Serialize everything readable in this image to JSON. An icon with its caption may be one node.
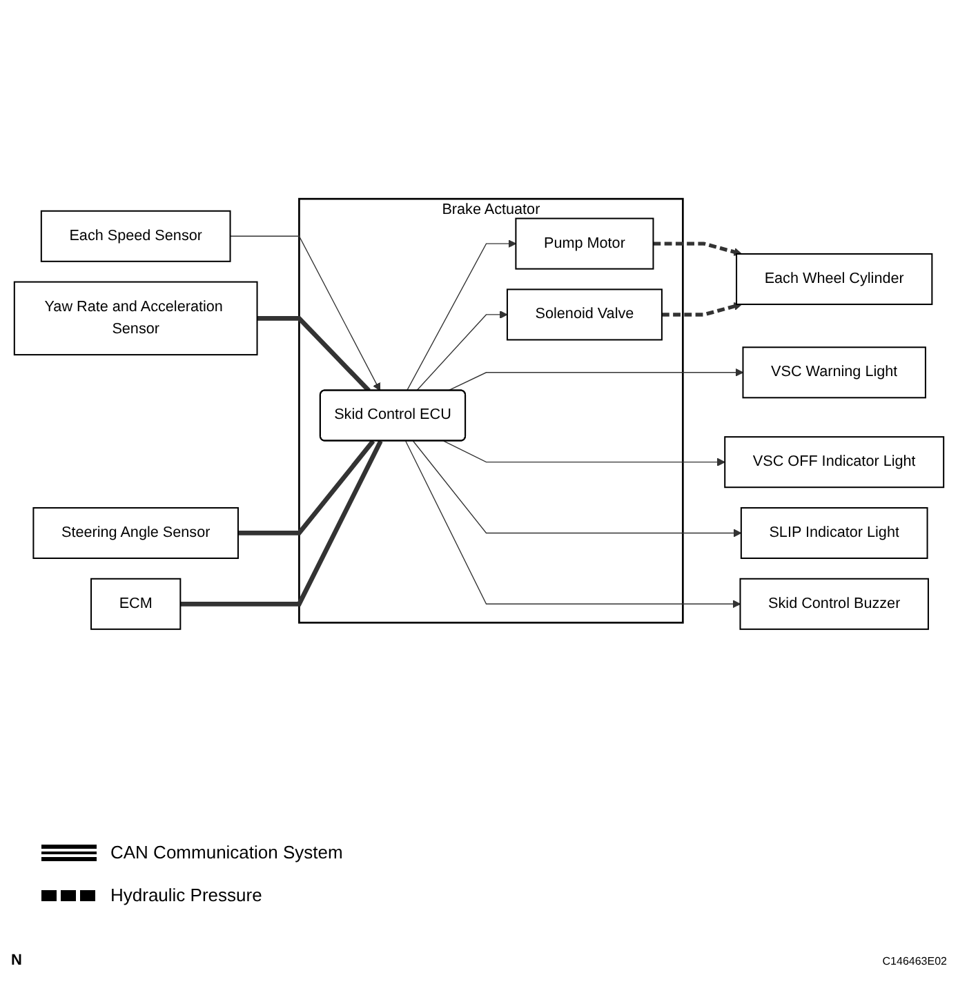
{
  "diagram": {
    "nodes": [
      {
        "text": [
          "Brake Actuator"
        ]
      },
      {
        "text": [
          "Skid Control ECU"
        ],
        "in": 0
      },
      {
        "text": [
          "Pump Motor"
        ],
        "in": 0
      },
      {
        "text": [
          "Solenoid Valve"
        ],
        "in": 0
      },
      {
        "text": [
          "Each Speed Sensor"
        ]
      },
      {
        "text": [
          "Yaw Rate and Acceleration Sensor"
        ]
      },
      {
        "text": [
          "Steering Angle Sensor"
        ]
      },
      {
        "text": [
          "ECM"
        ]
      },
      {
        "text": [
          "Each Wheel Cylinder"
        ]
      },
      {
        "text": [
          "VSC Warning Light"
        ]
      },
      {
        "text": [
          "VSC OFF Indicator Light"
        ]
      },
      {
        "text": [
          "SLIP Indicator Light"
        ]
      },
      {
        "text": [
          "Skid Control Buzzer"
        ]
      }
    ],
    "edges": [
      {
        "from": 4,
        "to": 1,
        "arrow": "to"
      },
      {
        "from": 5,
        "to": 1,
        "arrow": "none",
        "style": "thick"
      },
      {
        "from": 6,
        "to": 1,
        "arrow": "none",
        "style": "thick"
      },
      {
        "from": 7,
        "to": 1,
        "arrow": "none",
        "style": "thick"
      },
      {
        "from": 1,
        "to": 2,
        "arrow": "to"
      },
      {
        "from": 1,
        "to": 3,
        "arrow": "to"
      },
      {
        "from": 2,
        "to": 8,
        "arrow": "to",
        "style": "dashed"
      },
      {
        "from": 3,
        "to": 8,
        "arrow": "to",
        "style": "dashed"
      },
      {
        "from": 1,
        "to": 9,
        "arrow": "to"
      },
      {
        "from": 1,
        "to": 10,
        "arrow": "to"
      },
      {
        "from": 1,
        "to": 11,
        "arrow": "to"
      },
      {
        "from": 1,
        "to": 12,
        "arrow": "to"
      }
    ],
    "labels": [
      "N",
      "C146463E02"
    ],
    "legend": [
      {
        "text": "CAN Communication System"
      },
      {
        "text": "Hydraulic Pressure"
      }
    ]
  }
}
